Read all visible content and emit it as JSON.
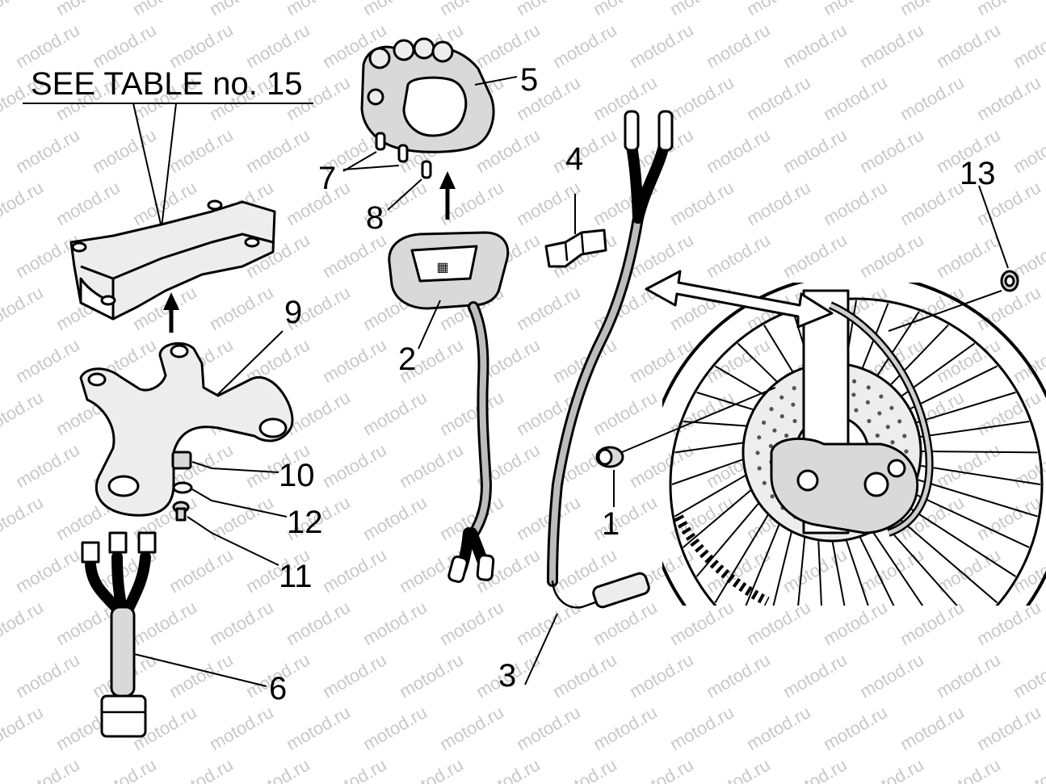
{
  "heading": "SEE TABLE no. 15",
  "watermark": "motod.ru",
  "callouts": {
    "c1": "1",
    "c2": "2",
    "c3": "3",
    "c4": "4",
    "c5": "5",
    "c6": "6",
    "c7": "7",
    "c8": "8",
    "c9": "9",
    "c10": "10",
    "c11": "11",
    "c12": "12",
    "c13": "13"
  }
}
